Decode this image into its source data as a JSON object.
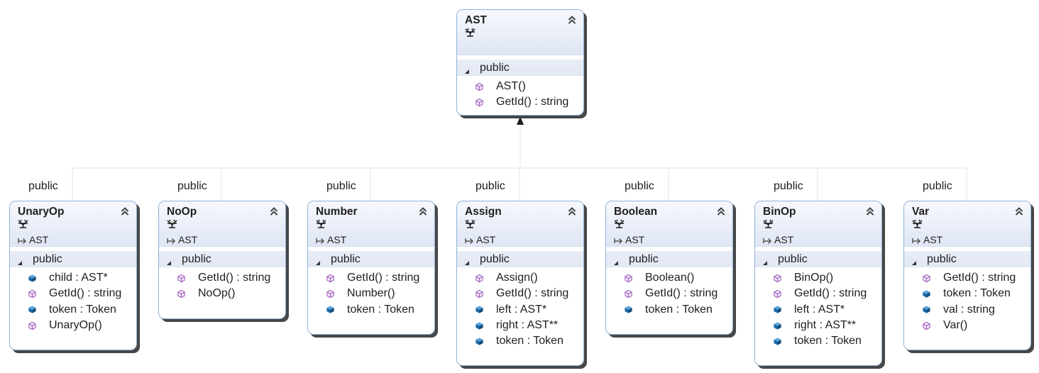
{
  "base_class": {
    "name": "AST",
    "kind_icon": "class-icon",
    "collapse_icon": "double-chevron-up-icon",
    "section_label": "public",
    "members": [
      {
        "text": "AST()",
        "icon": "method-icon"
      },
      {
        "text": "GetId() : string",
        "icon": "method-icon"
      }
    ]
  },
  "inheritance_label": "public",
  "derived_classes": [
    {
      "name": "UnaryOp",
      "base": "AST",
      "section_label": "public",
      "members": [
        {
          "text": "child : AST*",
          "icon": "field-icon"
        },
        {
          "text": "GetId() : string",
          "icon": "method-icon"
        },
        {
          "text": "token : Token",
          "icon": "field-icon"
        },
        {
          "text": "UnaryOp()",
          "icon": "method-icon"
        }
      ]
    },
    {
      "name": "NoOp",
      "base": "AST",
      "section_label": "public",
      "members": [
        {
          "text": "GetId() : string",
          "icon": "method-icon"
        },
        {
          "text": "NoOp()",
          "icon": "method-icon"
        }
      ]
    },
    {
      "name": "Number",
      "base": "AST",
      "section_label": "public",
      "members": [
        {
          "text": "GetId() : string",
          "icon": "method-icon"
        },
        {
          "text": "Number()",
          "icon": "method-icon"
        },
        {
          "text": "token : Token",
          "icon": "field-icon"
        }
      ]
    },
    {
      "name": "Assign",
      "base": "AST",
      "section_label": "public",
      "members": [
        {
          "text": "Assign()",
          "icon": "method-icon"
        },
        {
          "text": "GetId() : string",
          "icon": "method-icon"
        },
        {
          "text": "left : AST*",
          "icon": "field-icon"
        },
        {
          "text": "right : AST**",
          "icon": "field-icon"
        },
        {
          "text": "token : Token",
          "icon": "field-icon"
        }
      ]
    },
    {
      "name": "Boolean",
      "base": "AST",
      "section_label": "public",
      "members": [
        {
          "text": "Boolean()",
          "icon": "method-icon"
        },
        {
          "text": "GetId() : string",
          "icon": "method-icon"
        },
        {
          "text": "token : Token",
          "icon": "field-icon"
        }
      ]
    },
    {
      "name": "BinOp",
      "base": "AST",
      "section_label": "public",
      "members": [
        {
          "text": "BinOp()",
          "icon": "method-icon"
        },
        {
          "text": "GetId() : string",
          "icon": "method-icon"
        },
        {
          "text": "left : AST*",
          "icon": "field-icon"
        },
        {
          "text": "right : AST**",
          "icon": "field-icon"
        },
        {
          "text": "token : Token",
          "icon": "field-icon"
        }
      ]
    },
    {
      "name": "Var",
      "base": "AST",
      "section_label": "public",
      "members": [
        {
          "text": "GetId() : string",
          "icon": "method-icon"
        },
        {
          "text": "token : Token",
          "icon": "field-icon"
        },
        {
          "text": "val : string",
          "icon": "field-icon"
        },
        {
          "text": "Var()",
          "icon": "method-icon"
        }
      ]
    }
  ],
  "colors": {
    "border": "#8fb2d8",
    "header_top": "#f6f8fd",
    "header_bottom": "#dfe6f4",
    "method_icon": "#9b59b6",
    "field_icon": "#1c6aa8",
    "connector": "#e3e8ee"
  }
}
